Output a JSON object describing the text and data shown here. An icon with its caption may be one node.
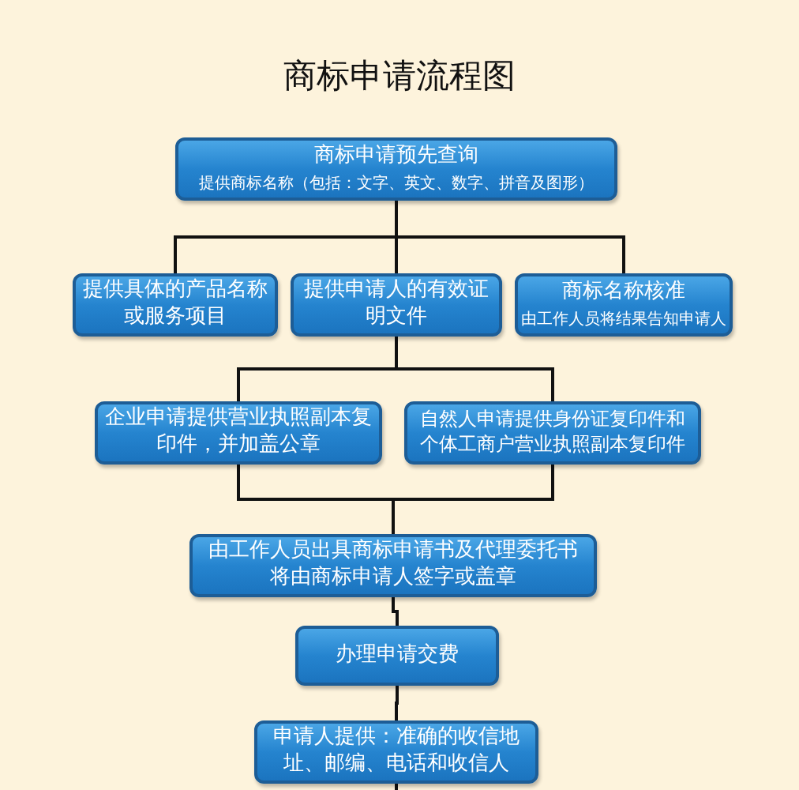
{
  "diagram": {
    "title": "商标申请流程图",
    "nodes": [
      {
        "text": [
          "商标申请预先查询",
          "提供商标名称（包括：文字、英文、数字、拼音及图形）"
        ]
      },
      {
        "text": [
          "提供具体的产品名称或服务项目"
        ]
      },
      {
        "text": [
          "提供申请人的有效证明文件"
        ]
      },
      {
        "text": [
          "商标名称核准",
          "由工作人员将结果告知申请人"
        ]
      },
      {
        "text": [
          "企业申请提供营业执照副本复印件，并加盖公章"
        ]
      },
      {
        "text": [
          "自然人申请提供身份证复印件和个体工商户营业执照副本复印件"
        ]
      },
      {
        "text": [
          "由工作人员出具商标申请书及代理委托书将由商标申请人签字或盖章"
        ]
      },
      {
        "text": [
          "办理申请交费"
        ]
      },
      {
        "text": [
          "申请人提供：准确的收信地址、邮编、电话和收信人"
        ]
      }
    ],
    "edges": [
      {
        "from": 0,
        "to": 1,
        "arrow": "none"
      },
      {
        "from": 0,
        "to": 2,
        "arrow": "none"
      },
      {
        "from": 0,
        "to": 3,
        "arrow": "none"
      },
      {
        "from": 2,
        "to": 4,
        "arrow": "none"
      },
      {
        "from": 2,
        "to": 5,
        "arrow": "none"
      },
      {
        "from": 4,
        "to": 6,
        "arrow": "none"
      },
      {
        "from": 5,
        "to": 6,
        "arrow": "none"
      },
      {
        "from": 6,
        "to": 7,
        "arrow": "none"
      },
      {
        "from": 7,
        "to": 8,
        "arrow": "none"
      },
      {
        "from": 8,
        "to": null,
        "arrow": "none"
      }
    ]
  }
}
